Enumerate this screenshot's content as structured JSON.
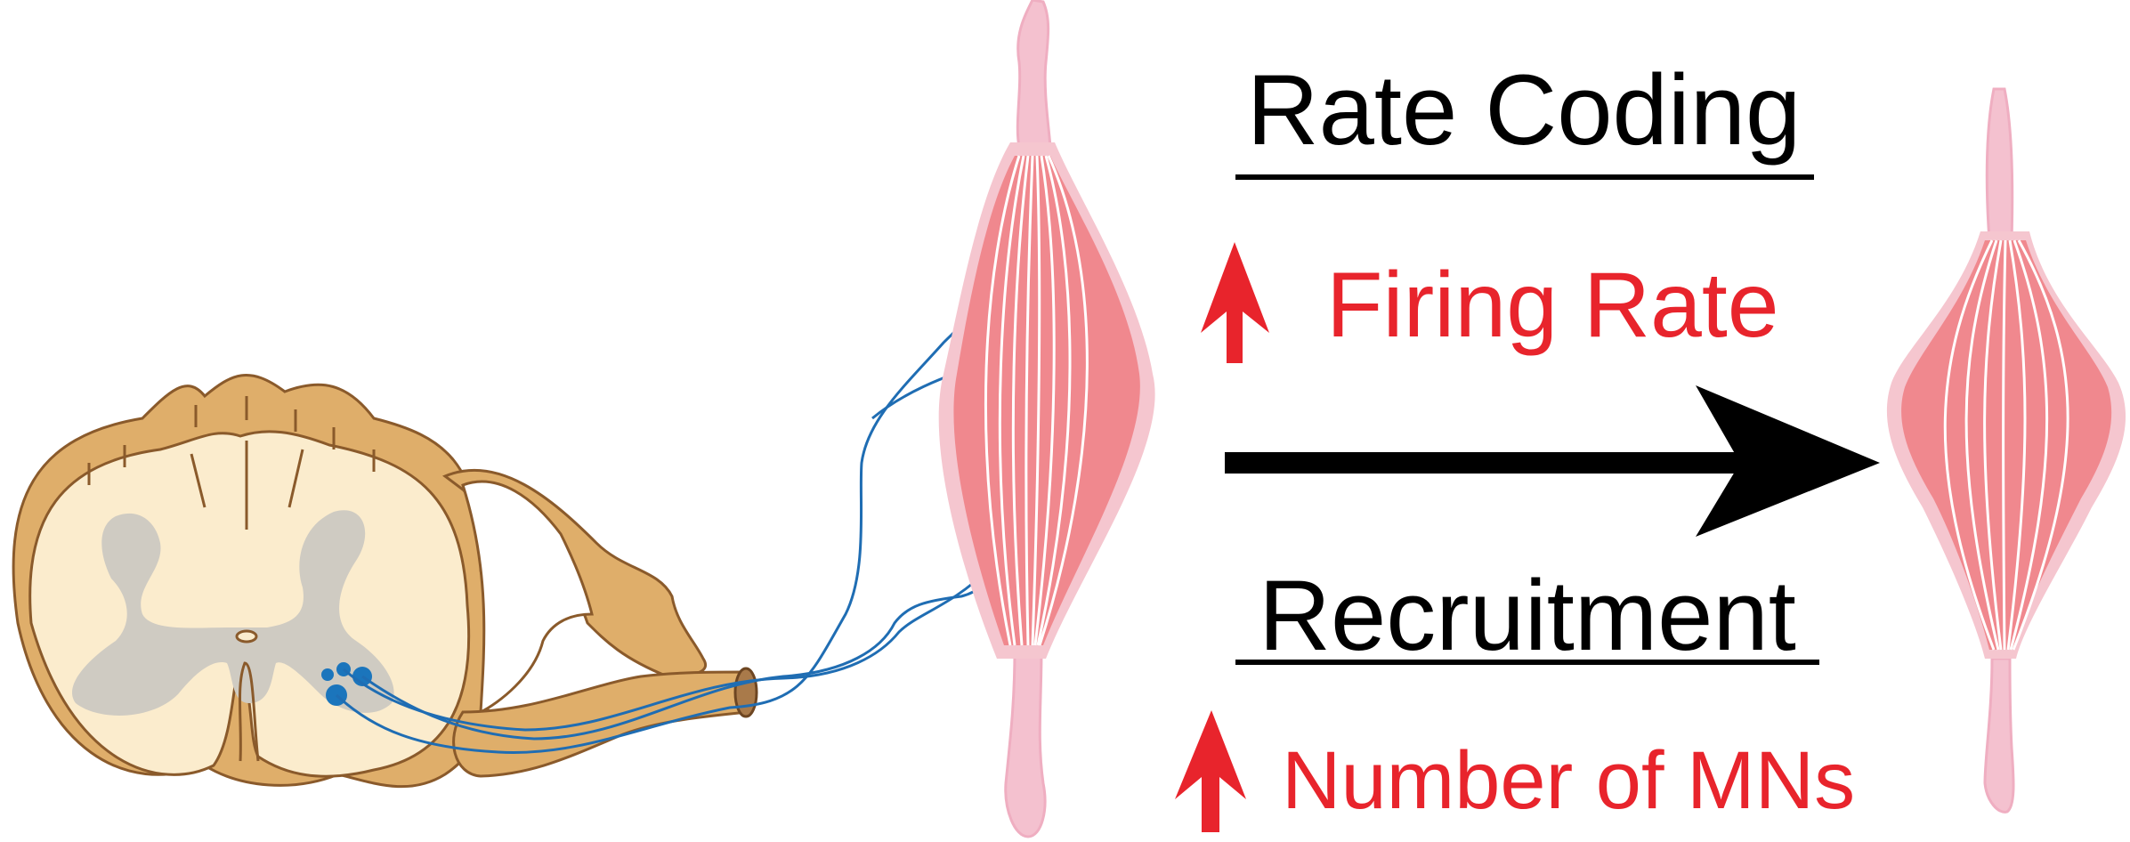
{
  "labels": {
    "rate_coding": "Rate Coding",
    "firing_rate": "Firing Rate",
    "recruitment": "Recruitment",
    "number_of_mns": "Number of MNs"
  },
  "colors": {
    "text_black": "#000000",
    "text_red": "#e8242c",
    "arrow_red": "#e8242c",
    "axon_blue": "#1f6db3",
    "nucleus_blue": "#1b75bc",
    "spinal_outline": "#8a5a2b",
    "meninges_tan": "#dfae6a",
    "white_matter": "#fbeccd",
    "gray_matter": "#cfcbc2",
    "muscle_pink": "#f0888e",
    "muscle_sheath": "#f5c6cf",
    "tendon": "#f4c1cf",
    "fiber_white": "#ffffff"
  },
  "icons": [
    "spinal-cord-cross-section",
    "motor-neuron-icon",
    "muscle-relaxed-icon",
    "muscle-contracted-icon",
    "red-up-arrow-icon",
    "black-right-arrow-icon"
  ]
}
